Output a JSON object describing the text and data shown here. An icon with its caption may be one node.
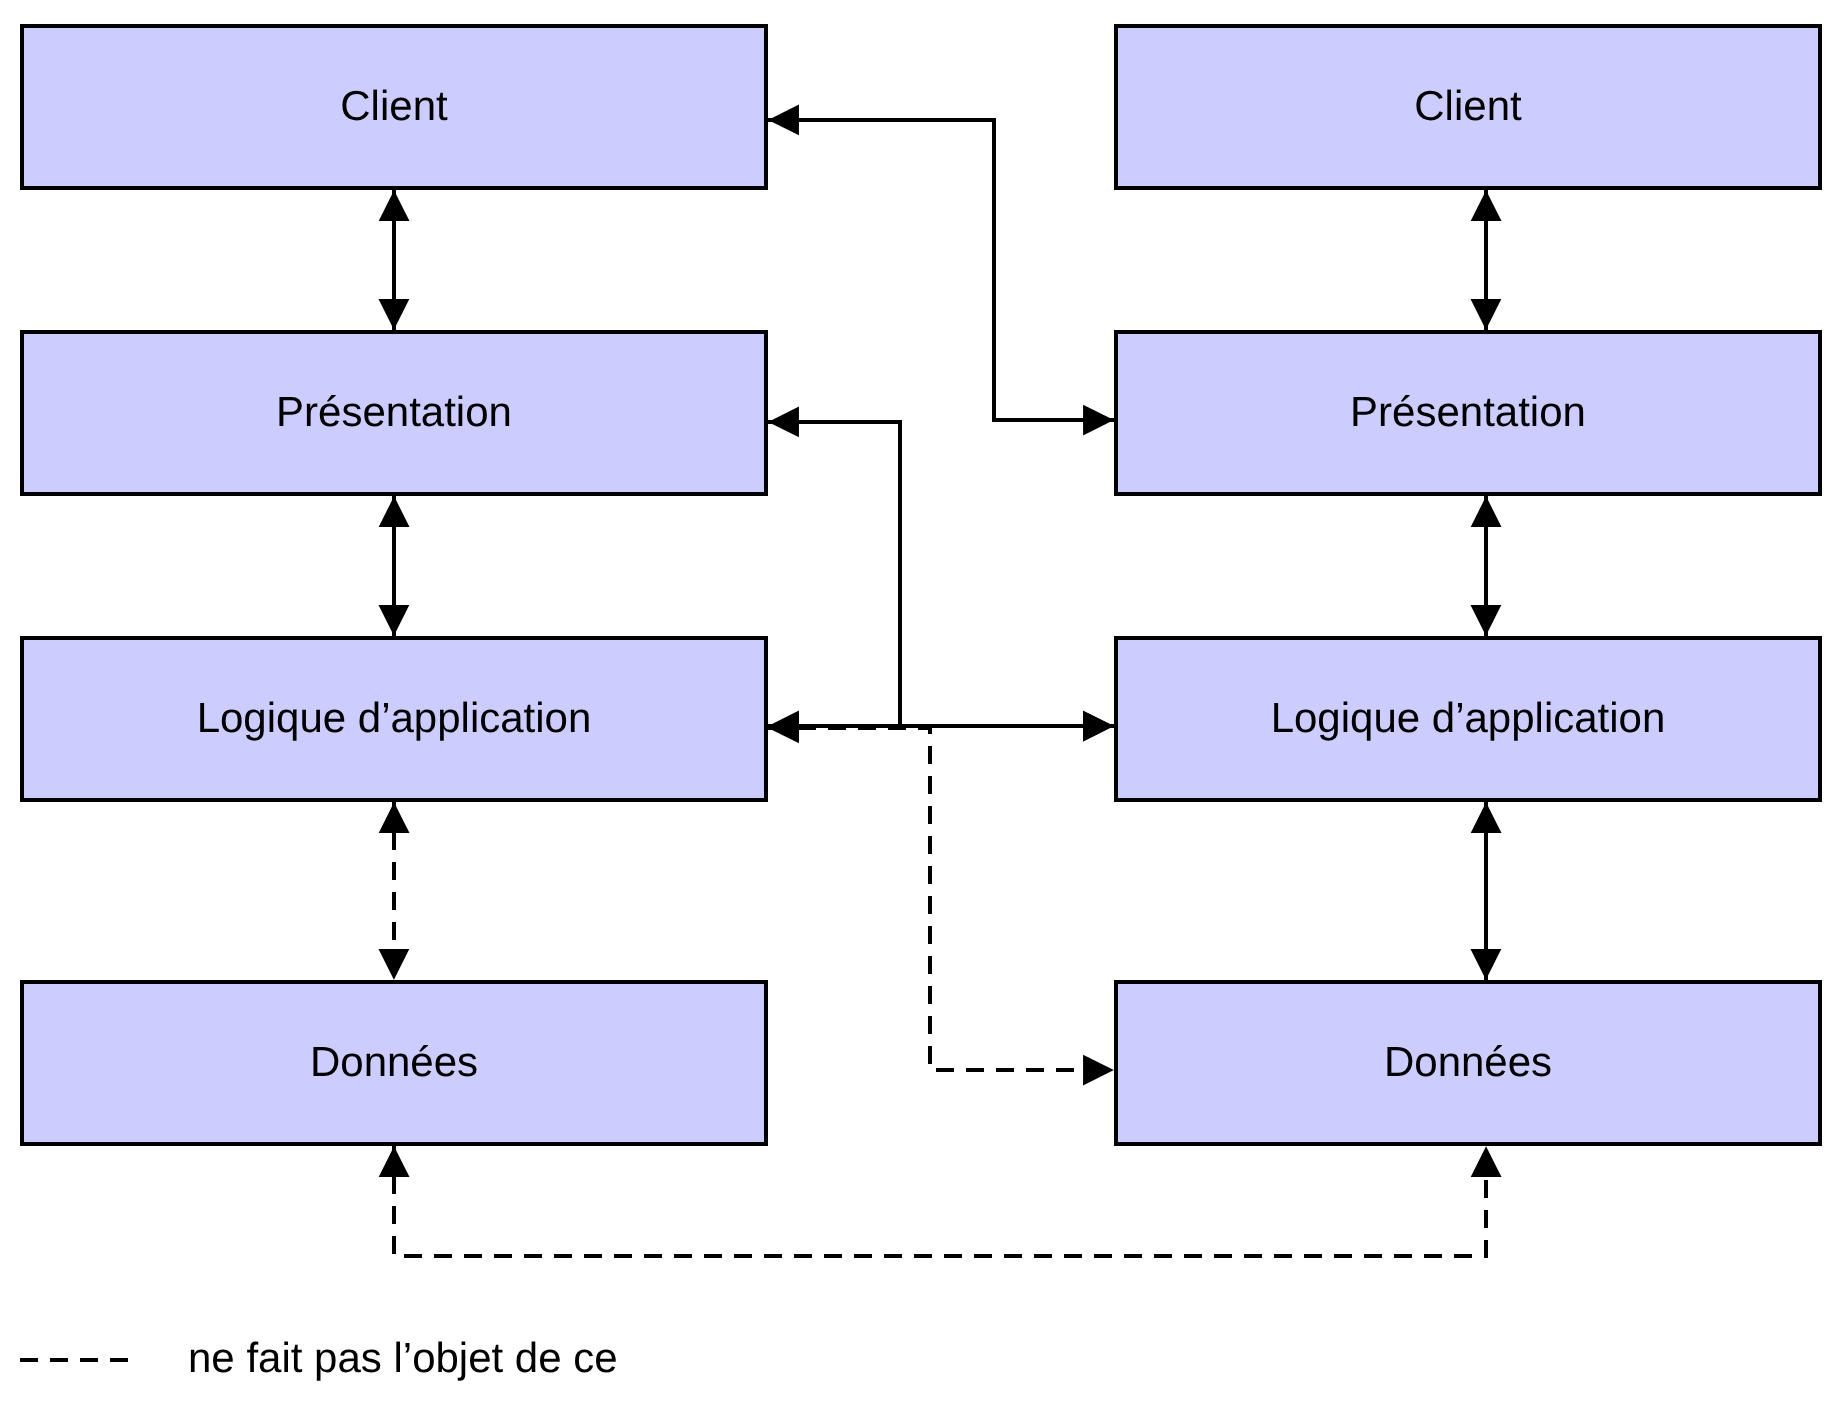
{
  "diagram": {
    "nodes": [
      {
        "text": [
          "Client"
        ]
      },
      {
        "text": [
          "Client"
        ]
      },
      {
        "text": [
          "Présentation"
        ]
      },
      {
        "text": [
          "Présentation"
        ]
      },
      {
        "text": [
          "Logique d’application"
        ]
      },
      {
        "text": [
          "Logique d’application"
        ]
      },
      {
        "text": [
          "Données"
        ]
      },
      {
        "text": [
          "Données"
        ]
      }
    ],
    "edges": [
      {
        "from": 0,
        "to": 2,
        "arrow": "both"
      },
      {
        "from": 2,
        "to": 4,
        "arrow": "both"
      },
      {
        "from": 4,
        "to": 6,
        "arrow": "both",
        "style": "dashed"
      },
      {
        "from": 1,
        "to": 3,
        "arrow": "both"
      },
      {
        "from": 3,
        "to": 5,
        "arrow": "both"
      },
      {
        "from": 5,
        "to": 7,
        "arrow": "both"
      },
      {
        "from": 0,
        "to": 3,
        "arrow": "both"
      },
      {
        "from": 2,
        "to": 5,
        "arrow": "both"
      },
      {
        "from": 4,
        "to": 5,
        "arrow": "both"
      },
      {
        "from": 4,
        "to": 7,
        "arrow": "both",
        "style": "dashed"
      },
      {
        "from": 6,
        "to": 7,
        "arrow": "both",
        "style": "dashed"
      }
    ],
    "legend": [
      {
        "text": "ne fait pas l’objet de ce"
      }
    ]
  }
}
